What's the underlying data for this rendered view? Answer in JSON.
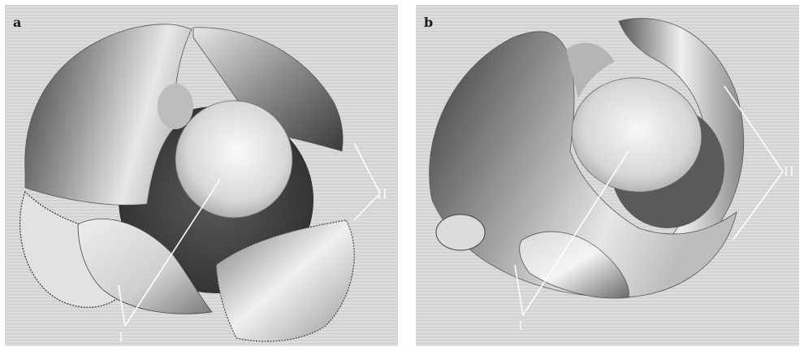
{
  "panels": [
    {
      "label": "a",
      "callouts": [
        "I",
        "II"
      ]
    },
    {
      "label": "b",
      "callouts": [
        "I",
        "II"
      ]
    }
  ],
  "colors": {
    "background": "#d8d8d8",
    "surface_light": "#f2f2f2",
    "surface_dark": "#5a5a5a",
    "callout_line": "#ffffff"
  }
}
